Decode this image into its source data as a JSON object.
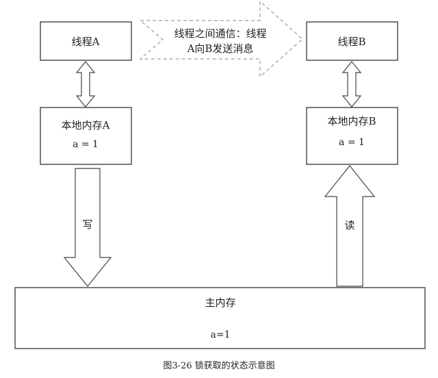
{
  "diagram": {
    "thread_a": "线程A",
    "thread_b": "线程B",
    "communication_line1": "线程之间通信：线程",
    "communication_line2": "A向B发送消息",
    "local_memory_a": "本地内存A",
    "local_value_a": "a = 1",
    "local_memory_b": "本地内存B",
    "local_value_b": "a = 1",
    "write_label": "写",
    "read_label": "读",
    "main_memory": "主内存",
    "main_value": "a=1",
    "caption": "图3-26  锁获取的状态示意图"
  }
}
